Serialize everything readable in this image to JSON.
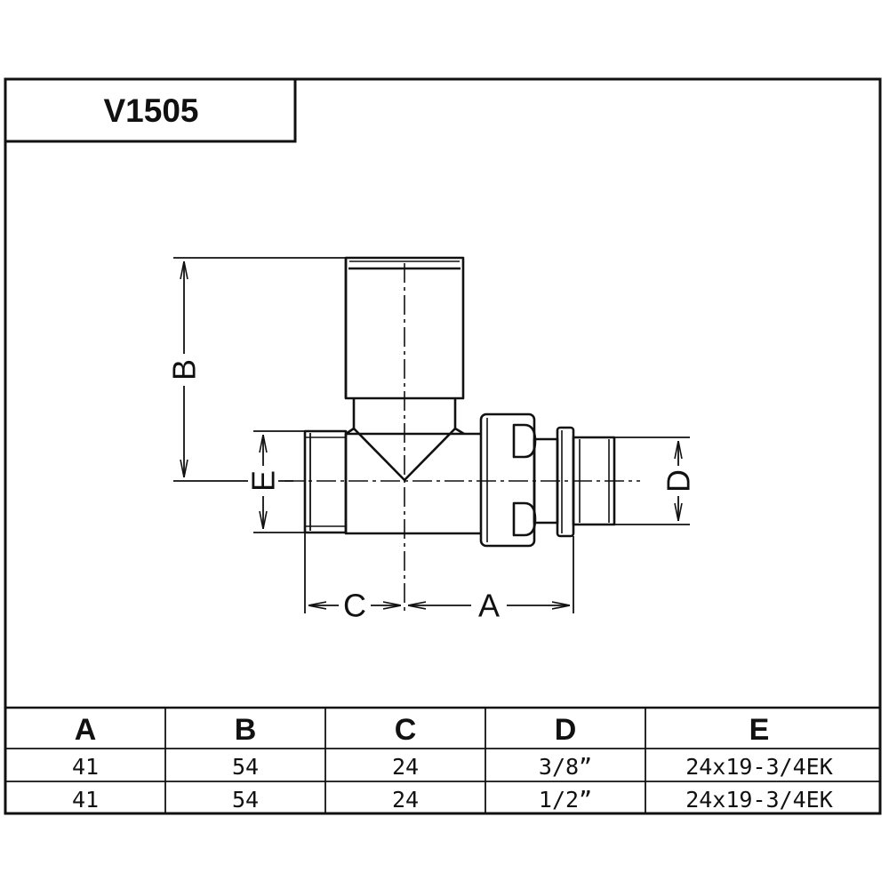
{
  "title": "V1505",
  "dimension_labels": {
    "a": "A",
    "b": "B",
    "c": "C",
    "d": "D",
    "e": "E"
  },
  "table": {
    "headers": [
      "A",
      "B",
      "C",
      "D",
      "E"
    ],
    "rows": [
      [
        "41",
        "54",
        "24",
        "3/8”",
        "24x19-3/4EK"
      ],
      [
        "41",
        "54",
        "24",
        "1/2”",
        "24x19-3/4EK"
      ]
    ]
  }
}
